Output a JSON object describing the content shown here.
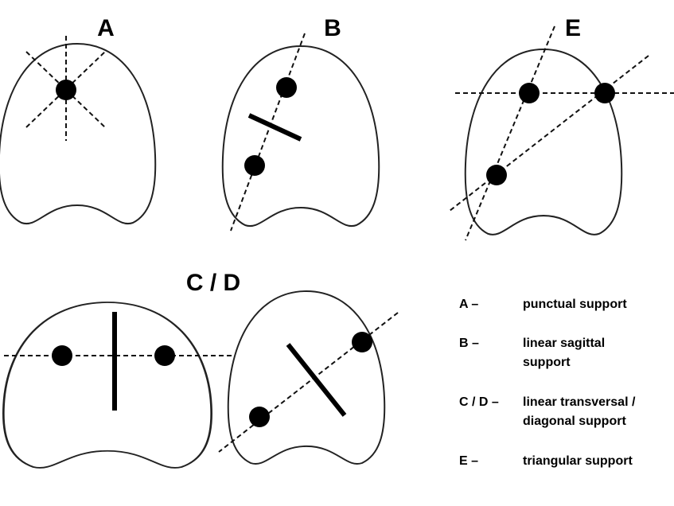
{
  "panels": {
    "a": {
      "label": "A"
    },
    "b": {
      "label": "B"
    },
    "e": {
      "label": "E"
    },
    "cd": {
      "label": "C / D"
    }
  },
  "legend": [
    {
      "key": "A –",
      "lines": [
        "punctual support"
      ]
    },
    {
      "key": "B –",
      "lines": [
        "linear sagittal",
        "support"
      ]
    },
    {
      "key": "C / D –",
      "lines": [
        "linear transversal /",
        "diagonal support"
      ]
    },
    {
      "key": "E –",
      "lines": [
        "triangular support"
      ]
    }
  ]
}
